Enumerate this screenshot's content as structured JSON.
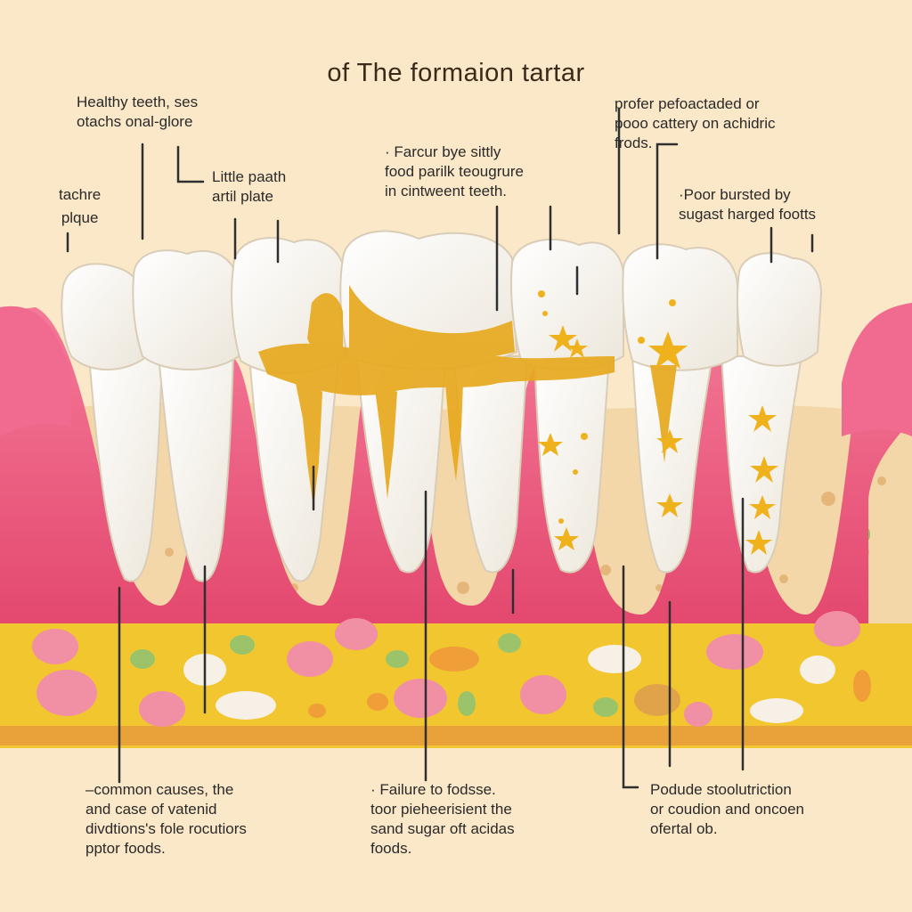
{
  "title": "of  The formaion tartar",
  "labels": {
    "healthy": "Healthy teeth, ses\notachs onal-glore",
    "tachre": "tachre\nplque",
    "little": "Little paath\nartil plate",
    "food": "· Farcur bye sittly\nfood parilk teougrure\nin cintweent teeth.",
    "profer": "profer pefoactaded or\npooo cattery on achidric\nfrods.",
    "poor": "·Poor  bursted by\nsugast  harged footts",
    "common": "–common causes, the\nand case of vatenid\ndivdtions's fole rocutiors\npptor foods.",
    "failure": "· Failure to fodsse.\ntoor  pieheerisient the\nsand  sugar  oft acidas\nfoods.",
    "podude": "Podude stoolutriction\nor coudion  and oncoen\nofertal ob."
  },
  "colors": {
    "background": "#fbe8c8",
    "gum": "#ef5f86",
    "tooth": "#fdfbf4",
    "tartar": "#e7a91f",
    "bone": "#f4d7a8",
    "base": "#f1c62e"
  }
}
